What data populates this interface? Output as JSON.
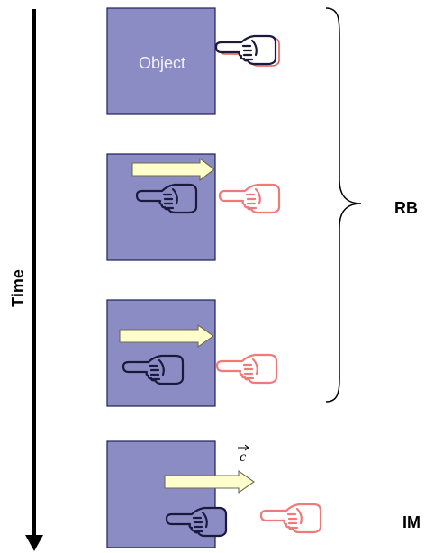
{
  "labels": {
    "time": "Time",
    "object": "Object",
    "rb": "RB",
    "im": "IM",
    "vector": "c"
  },
  "colors": {
    "box": "#8c8cc4",
    "arrow": "#ffffcc",
    "hand_dark": "#1a1a3e",
    "hand_red": "#ef7a7a"
  }
}
